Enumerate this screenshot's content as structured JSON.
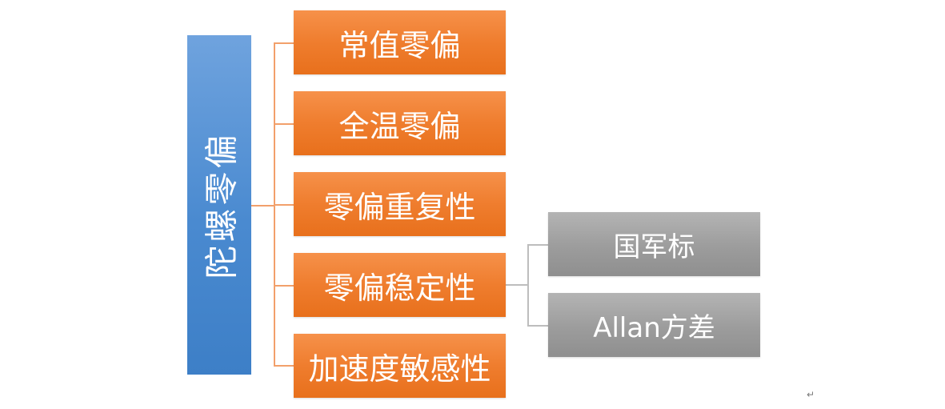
{
  "root": {
    "label": "陀螺零偏"
  },
  "categories": [
    {
      "label": "常值零偏"
    },
    {
      "label": "全温零偏"
    },
    {
      "label": "零偏重复性"
    },
    {
      "label": "零偏稳定性"
    },
    {
      "label": "加速度敏感性"
    }
  ],
  "sub_items": [
    {
      "parent": "零偏稳定性",
      "label": "国军标"
    },
    {
      "parent": "零偏稳定性",
      "label": "Allan方差"
    }
  ],
  "colors": {
    "root": "#4a8ad0",
    "category": "#ef7d2e",
    "sub_item": "#9c9c9c",
    "category_connector": "#f2a06b",
    "sub_connector": "#bdbdbd"
  },
  "paragraph_mark": "↵"
}
